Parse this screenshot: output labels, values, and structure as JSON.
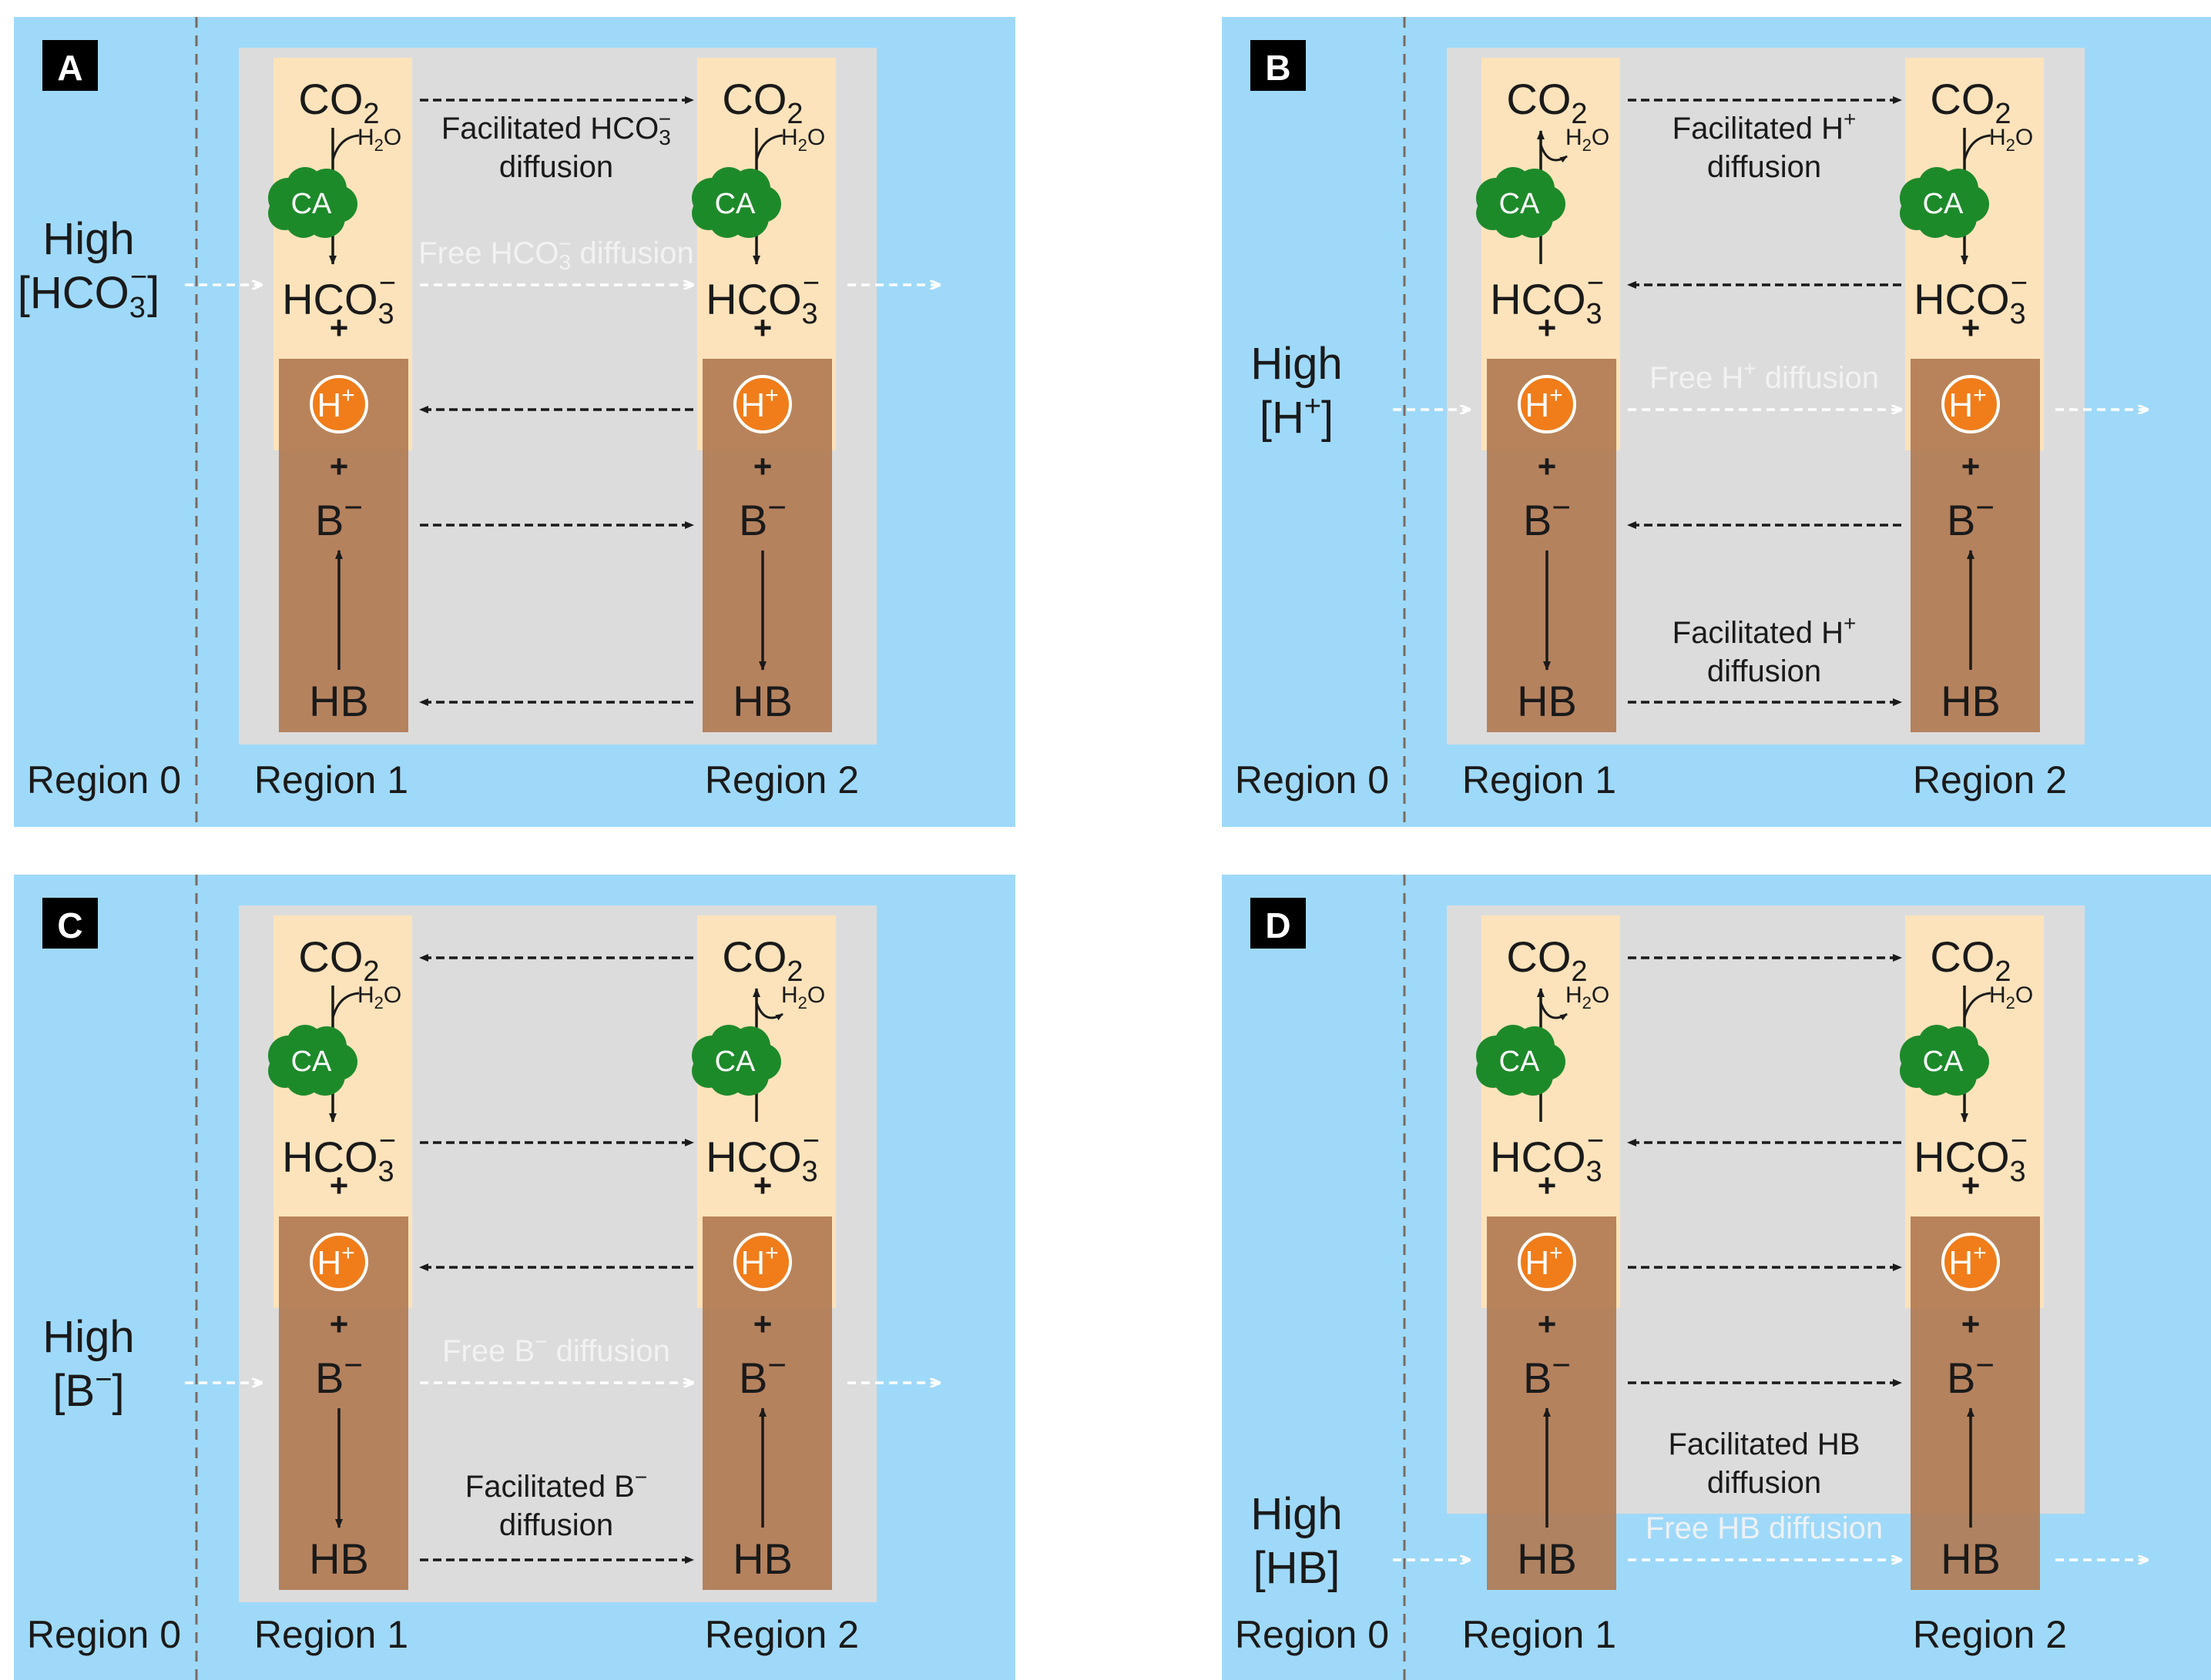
{
  "panels": [
    {
      "id": "A",
      "high_label": [
        "High",
        "[HCO",
        "3",
        "−",
        "]"
      ],
      "region_labels": [
        "Region 0",
        "Region 1",
        "Region 2"
      ],
      "facilitated": {
        "line1": "Facilitated HCO",
        "line1_sub": "3",
        "line1_sup": "−",
        "line2": "diffusion"
      },
      "free": "Free HCO",
      "free_sub": "3",
      "free_sup": "−",
      "free_tail": " diffusion"
    },
    {
      "id": "B",
      "high_label": [
        "High",
        "[H",
        "+",
        "]"
      ],
      "region_labels": [
        "Region 0",
        "Region 1",
        "Region 2"
      ],
      "facilitated_top": {
        "line1": "Facilitated H",
        "line1_sup": "+",
        "line2": "diffusion"
      },
      "facilitated_bottom": {
        "line1": "Facilitated H",
        "line1_sup": "+",
        "line2": "diffusion"
      },
      "free": "Free H",
      "free_sup": "+",
      "free_tail": " diffusion"
    },
    {
      "id": "C",
      "high_label": [
        "High",
        "[B",
        "−",
        "]"
      ],
      "region_labels": [
        "Region 0",
        "Region 1",
        "Region 2"
      ],
      "facilitated": {
        "line1": "Facilitated B",
        "line1_sup": "−",
        "line2": "diffusion"
      },
      "free": "Free B",
      "free_sup": "−",
      "free_tail": " diffusion"
    },
    {
      "id": "D",
      "high_label": [
        "High",
        "[HB]"
      ],
      "region_labels": [
        "Region 0",
        "Region 1",
        "Region 2"
      ],
      "facilitated": {
        "line1": "Facilitated HB",
        "line2": "diffusion"
      },
      "free": "Free HB diffusion"
    }
  ],
  "species": {
    "co2": "CO",
    "co2_sub": "2",
    "h2o": "H",
    "h2o_sub": "2",
    "h2o_tail": "O",
    "ca": "CA",
    "hco3": "HCO",
    "hco3_sub": "3",
    "hco3_sup": "−",
    "plus": "+",
    "h": "H",
    "h_sup": "+",
    "b": "B",
    "b_sup": "−",
    "hb": "HB"
  },
  "colors": {
    "water": "#9fd9f9",
    "grey_box": "#dcdcdc",
    "peach": "#fde3bb",
    "brown": "#b07850",
    "ca_green": "#1d8a2a",
    "proton_orange": "#f07d1a",
    "free_arrow": "#ffffff"
  }
}
